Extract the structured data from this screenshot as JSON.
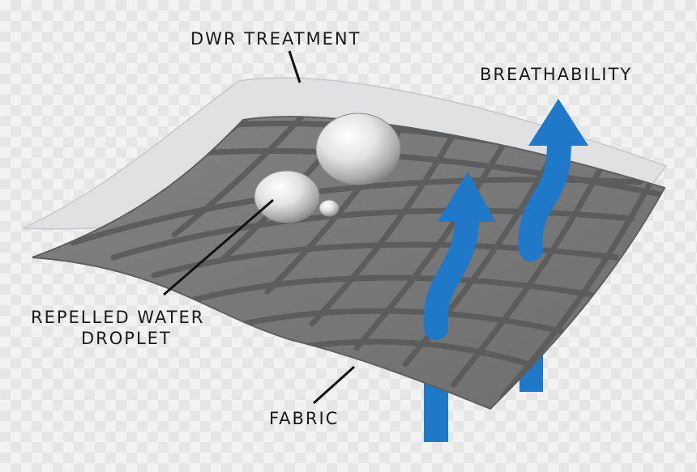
{
  "labels": {
    "dwr": "DWR TREATMENT",
    "breathability": "BREATHABILITY",
    "droplet_line1": "REPELLED WATER",
    "droplet_line2": "DROPLET",
    "fabric": "FABRIC"
  },
  "colors": {
    "fabric": "#7a7a7a",
    "fabric_edge": "#5f5f5f",
    "grid": "#5a5a5a",
    "dwr_layer": "#dfe1e2",
    "arrow": "#1f78c8",
    "leader_line": "#111111"
  },
  "icons": {
    "arrow": "breathability-arrow-icon",
    "droplet": "water-droplet-icon"
  }
}
